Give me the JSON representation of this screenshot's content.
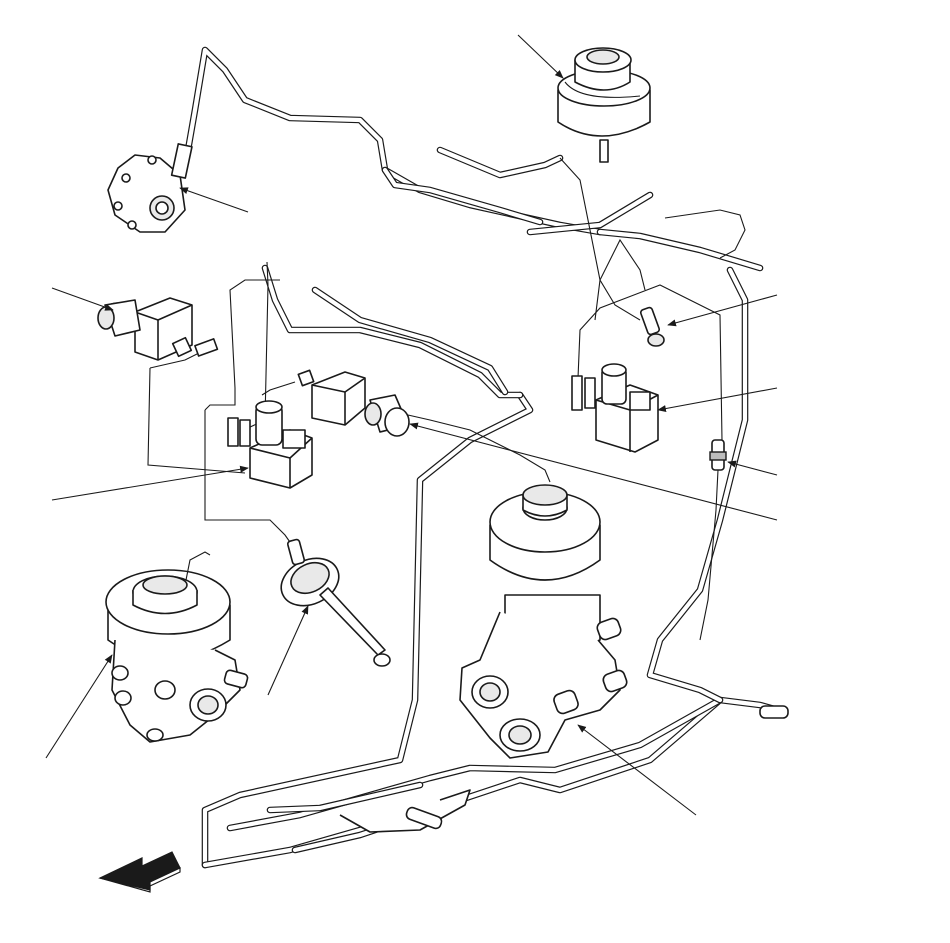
{
  "diagram": {
    "background": "#ffffff",
    "line_color": "#1a1a1a",
    "arrow_fill": "#1a1a1a",
    "components": [
      "vacuum-tank-canister",
      "pressure-sensor",
      "upper-left-vsv",
      "center-vsv",
      "middle-vsv",
      "right-vsv",
      "vacuum-modulator",
      "egr-valve",
      "vacuum-damper",
      "throttle-body-egr-cooler",
      "check-valve",
      "hose-nipple-sensor"
    ],
    "icons": [
      "front-direction-arrow-icon"
    ]
  }
}
